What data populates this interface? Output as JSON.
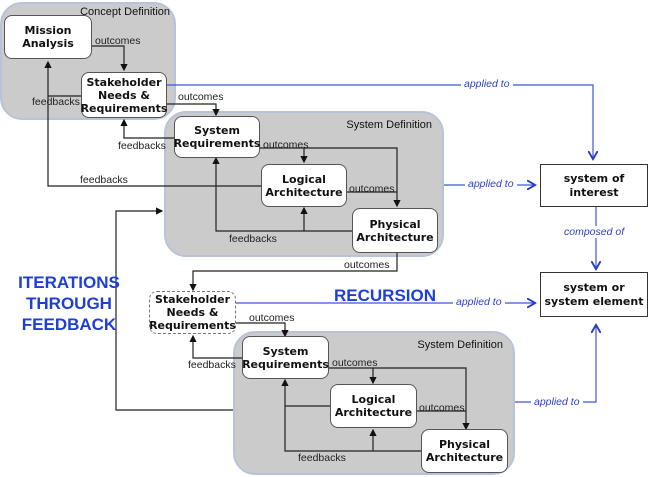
{
  "groups": {
    "concept_definition": "Concept Definition",
    "system_definition_top": "System Definition",
    "system_definition_bottom": "System Definition"
  },
  "nodes": {
    "mission_analysis": "Mission\nAnalysis",
    "stakeholder_top": "Stakeholder\nNeeds &\nRequirements",
    "system_requirements_top": "System\nRequirements",
    "logical_architecture_top": "Logical\nArchitecture",
    "physical_architecture_top": "Physical\nArchitecture",
    "stakeholder_bottom": "Stakeholder\nNeeds &\nRequirements",
    "system_requirements_bottom": "System\nRequirements",
    "logical_architecture_bottom": "Logical\nArchitecture",
    "physical_architecture_bottom": "Physical\nArchitecture",
    "system_of_interest": "system of interest",
    "system_element": "system or\nsystem element"
  },
  "edge_labels": {
    "outcomes": "outcomes",
    "feedbacks": "feedbacks",
    "applied_to": "applied to",
    "composed_of": "composed of"
  },
  "annotations": {
    "iterations": "ITERATIONS\nTHROUGH\nFEEDBACK",
    "recursion": "RECURSION"
  },
  "colors": {
    "accent_blue": "#1d3fd6",
    "group_fill": "#cbcbcb",
    "line": "#222222"
  }
}
